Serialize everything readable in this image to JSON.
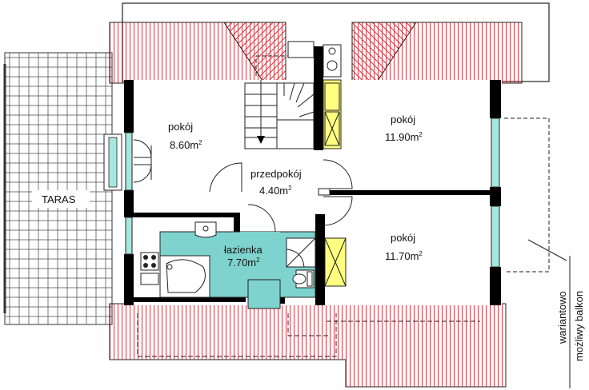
{
  "rooms": {
    "pokoj_left": {
      "name": "pokój",
      "area": "8.60m",
      "unit_exp": "2"
    },
    "pokoj_top_right": {
      "name": "pokój",
      "area": "11.90m",
      "unit_exp": "2"
    },
    "pokoj_bottom_right": {
      "name": "pokój",
      "area": "11.70m",
      "unit_exp": "2"
    },
    "przedpokoj": {
      "name": "przedpokój",
      "area": "4.40m",
      "unit_exp": "2"
    },
    "lazienka": {
      "name": "łazienka",
      "area": "7.70m",
      "unit_exp": "2"
    }
  },
  "terrace": {
    "label": "TARAS"
  },
  "balcony_note": {
    "line1": "wariantowo",
    "line2": "możliwy balkon"
  },
  "colors": {
    "roof_hatch": "#e0303a",
    "bathroom_floor": "#7fd3cf",
    "kitchen_counter": "#ffff80",
    "window_glass": "#a8e6e0",
    "wall": "#000000"
  }
}
